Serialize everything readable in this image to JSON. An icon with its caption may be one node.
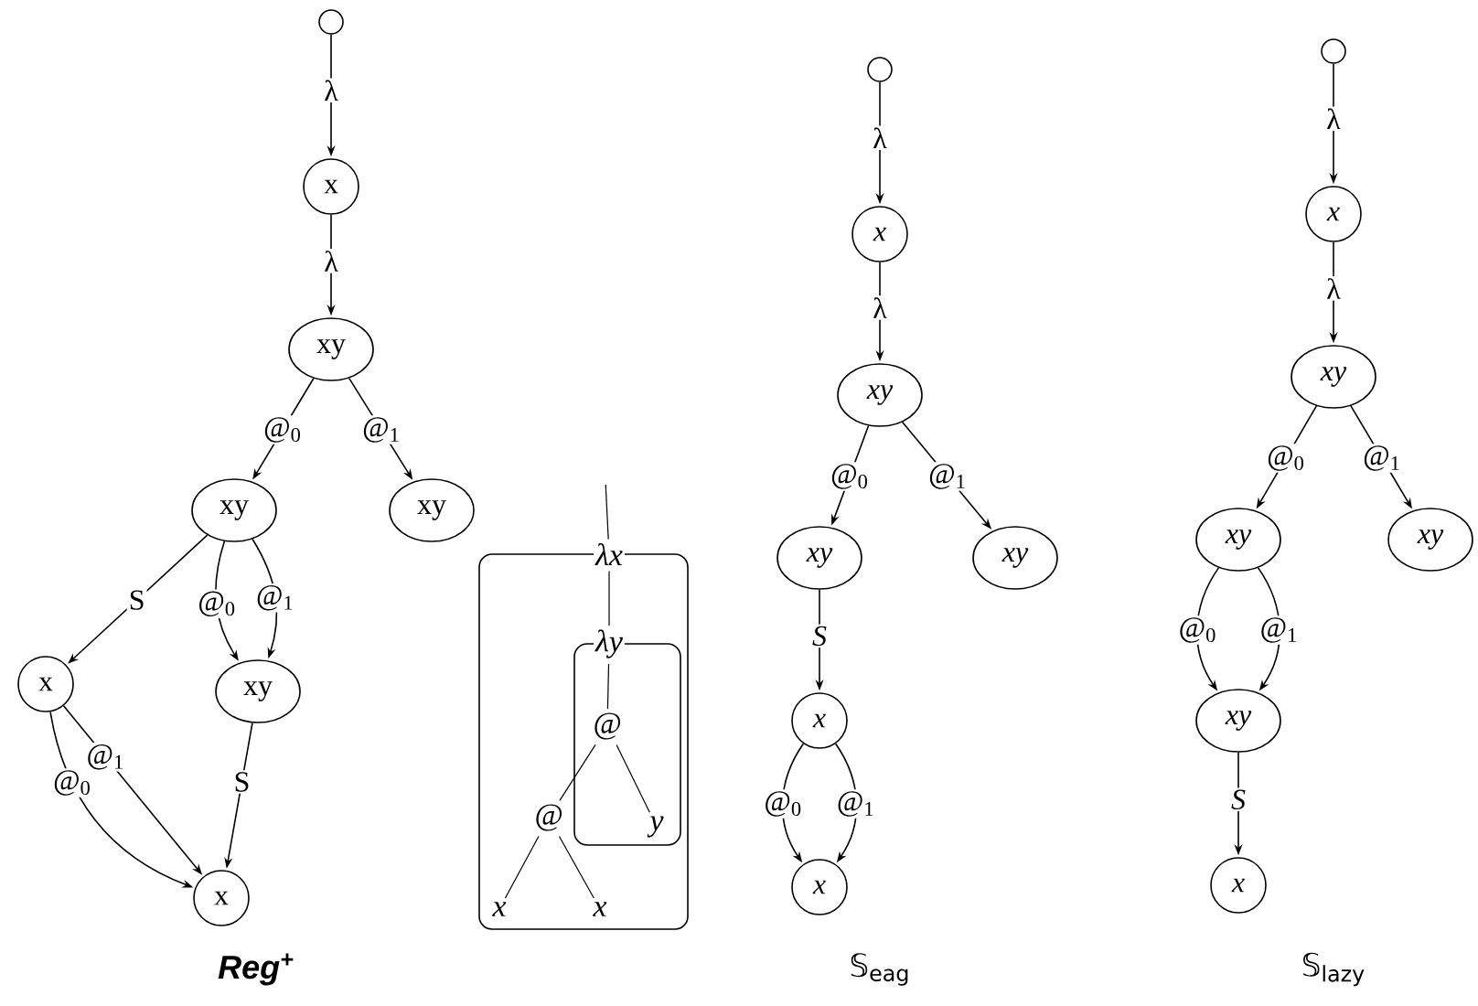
{
  "diagram": {
    "nodes": [
      {
        "text": [],
        "shape": "circle"
      },
      {
        "text": [
          "x"
        ]
      },
      {
        "text": [
          "xy"
        ]
      },
      {
        "text": [
          "xy"
        ]
      },
      {
        "text": [
          "xy"
        ]
      },
      {
        "text": [
          "x"
        ]
      },
      {
        "text": [
          "xy"
        ]
      },
      {
        "text": [
          "x"
        ]
      },
      {
        "text": [],
        "shape": "box"
      },
      {
        "text": [],
        "shape": "box",
        "in": 8
      },
      {
        "text": [
          "λx"
        ]
      },
      {
        "text": [
          "λy"
        ],
        "in": 8
      },
      {
        "text": [
          "@"
        ],
        "in": 9
      },
      {
        "text": [
          "y"
        ],
        "in": 9
      },
      {
        "text": [
          "@"
        ],
        "in": 8
      },
      {
        "text": [
          "x"
        ],
        "in": 8
      },
      {
        "text": [
          "x"
        ],
        "in": 8
      },
      {
        "text": [],
        "shape": "circle"
      },
      {
        "text": [
          "x"
        ]
      },
      {
        "text": [
          "xy"
        ]
      },
      {
        "text": [
          "xy"
        ]
      },
      {
        "text": [
          "xy"
        ]
      },
      {
        "text": [
          "x"
        ]
      },
      {
        "text": [
          "x"
        ]
      },
      {
        "text": [],
        "shape": "circle"
      },
      {
        "text": [
          "x"
        ]
      },
      {
        "text": [
          "xy"
        ]
      },
      {
        "text": [
          "xy"
        ]
      },
      {
        "text": [
          "xy"
        ]
      },
      {
        "text": [
          "xy"
        ]
      },
      {
        "text": [
          "x"
        ]
      }
    ],
    "edges": [
      {
        "from": 0,
        "to": 1,
        "arrow": "to",
        "label": "λ"
      },
      {
        "from": 1,
        "to": 2,
        "arrow": "to",
        "label": "λ"
      },
      {
        "from": 2,
        "to": 3,
        "arrow": "to",
        "label": "@$_{0}$"
      },
      {
        "from": 2,
        "to": 4,
        "arrow": "to",
        "label": "@$_{1}$"
      },
      {
        "from": 3,
        "to": 5,
        "arrow": "to",
        "label": "S"
      },
      {
        "from": 3,
        "to": 6,
        "arrow": "to",
        "label": "@$_{0}$"
      },
      {
        "from": 3,
        "to": 6,
        "arrow": "to",
        "label": "@$_{1}$"
      },
      {
        "from": 5,
        "to": 7,
        "arrow": "to",
        "label": "@$_{0}$"
      },
      {
        "from": 5,
        "to": 7,
        "arrow": "to",
        "label": "@$_{1}$"
      },
      {
        "from": 6,
        "to": 7,
        "arrow": "to",
        "label": "S"
      },
      {
        "from": null,
        "to": 10,
        "arrow": "none"
      },
      {
        "from": 10,
        "to": 11,
        "arrow": "none"
      },
      {
        "from": 11,
        "to": 12,
        "arrow": "none"
      },
      {
        "from": 12,
        "to": 14,
        "arrow": "none"
      },
      {
        "from": 12,
        "to": 13,
        "arrow": "none"
      },
      {
        "from": 14,
        "to": 15,
        "arrow": "none"
      },
      {
        "from": 14,
        "to": 16,
        "arrow": "none"
      },
      {
        "from": 17,
        "to": 18,
        "arrow": "to",
        "label": "λ"
      },
      {
        "from": 18,
        "to": 19,
        "arrow": "to",
        "label": "λ"
      },
      {
        "from": 19,
        "to": 20,
        "arrow": "to",
        "label": "@$_{0}$"
      },
      {
        "from": 19,
        "to": 21,
        "arrow": "to",
        "label": "@$_{1}$"
      },
      {
        "from": 20,
        "to": 22,
        "arrow": "to",
        "label": "S"
      },
      {
        "from": 22,
        "to": 23,
        "arrow": "to",
        "label": "@$_{0}$"
      },
      {
        "from": 22,
        "to": 23,
        "arrow": "to",
        "label": "@$_{1}$"
      },
      {
        "from": 24,
        "to": 25,
        "arrow": "to",
        "label": "λ"
      },
      {
        "from": 25,
        "to": 26,
        "arrow": "to",
        "label": "λ"
      },
      {
        "from": 26,
        "to": 27,
        "arrow": "to",
        "label": "@$_{0}$"
      },
      {
        "from": 26,
        "to": 28,
        "arrow": "to",
        "label": "@$_{1}$"
      },
      {
        "from": 27,
        "to": 29,
        "arrow": "to",
        "label": "@$_{0}$"
      },
      {
        "from": 27,
        "to": 29,
        "arrow": "to",
        "label": "@$_{1}$"
      },
      {
        "from": 29,
        "to": 30,
        "arrow": "to",
        "label": "S"
      }
    ],
    "labels": [
      "Reg$^{+}$",
      "𝕊$_{eag}$",
      "𝕊$_{lazy}$"
    ]
  }
}
